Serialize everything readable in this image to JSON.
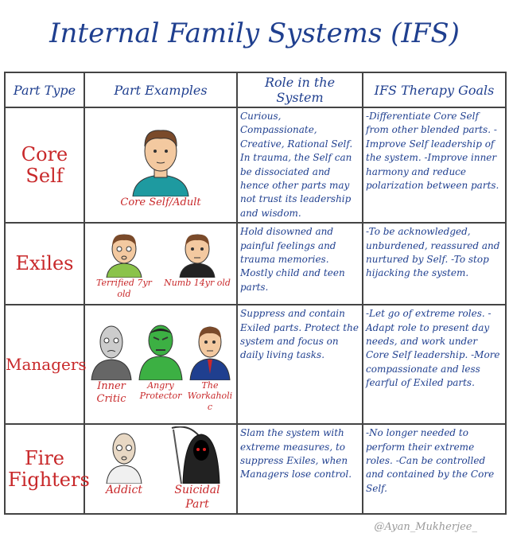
{
  "title": "Internal Family Systems (IFS)",
  "headers": [
    "Part Type",
    "Part Examples",
    "Role in the System",
    "IFS Therapy Goals"
  ],
  "rows": [
    {
      "type": "Core Self",
      "examples": [
        "Core Self/Adult"
      ],
      "role": "Curious, Compassionate, Creative, Rational Self. In trauma, the Self can be dissociated and hence other parts may not trust its leadership and wisdom.",
      "goals": "-Differentiate Core Self from other blended parts. -Improve Self leadership of the system. -Improve inner harmony and reduce polarization between parts."
    },
    {
      "type": "Exiles",
      "examples": [
        "Terrified 7yr old",
        "Numb 14yr old"
      ],
      "role": "Hold disowned and painful feelings and trauma memories. Mostly child and teen parts.",
      "goals": "-To be acknowledged, unburdened, reassured and nurtured by Self. -To stop hijacking the system."
    },
    {
      "type": "Managers",
      "examples": [
        "Inner Critic",
        "Angry Protector",
        "The Workaholic"
      ],
      "role": "Suppress and contain Exiled parts. Protect the system and focus on daily living tasks.",
      "goals": "-Let go of extreme roles. -Adapt role to present day needs, and work under Core Self leadership. -More compassionate and less fearful of Exiled parts."
    },
    {
      "type": "Fire Fighters",
      "examples": [
        "Addict",
        "Suicidal Part"
      ],
      "role": "Slam the system with extreme measures, to suppress Exiles, when Managers lose control.",
      "goals": "-No longer needed to perform their extreme roles. -Can be controlled and contained by the Core Self."
    }
  ],
  "credit": "@Ayan_Mukherjee_"
}
